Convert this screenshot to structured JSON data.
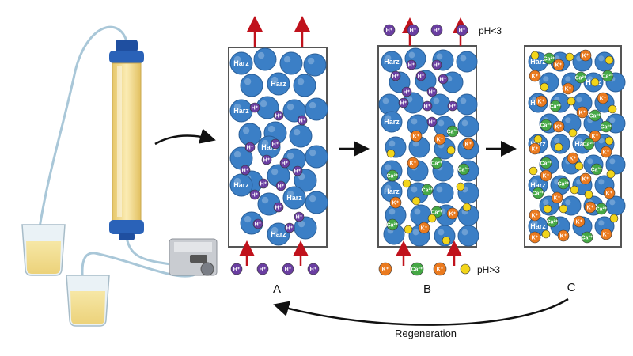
{
  "labels": {
    "resin": "Harz",
    "h_ion": "H⁺",
    "k_ion": "K⁺",
    "ca_ion": "Ca²⁺",
    "ph_low": "pH<3",
    "ph_high": "pH>3",
    "regeneration": "Regeneration"
  },
  "panels": [
    {
      "id": "A",
      "label": "A"
    },
    {
      "id": "B",
      "label": "B"
    },
    {
      "id": "C",
      "label": "C"
    }
  ],
  "colors": {
    "resin": "#3b7fc6",
    "h_ion": "#6a3ea1",
    "k_ion": "#ea7a1f",
    "ca_ion": "#45a845",
    "neutral_ion": "#f2d51a",
    "arrow": "#c0121c",
    "column_fill": "#f3dc8e",
    "column_cap": "#1f4fa0"
  }
}
